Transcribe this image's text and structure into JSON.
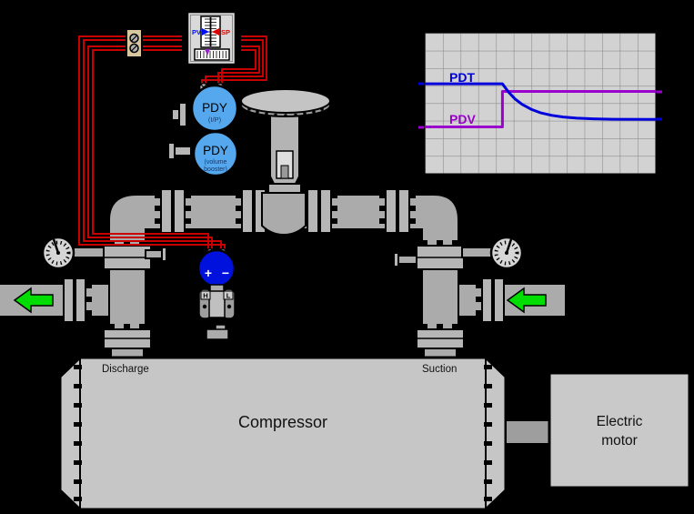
{
  "controller": {
    "pv_label": "PV",
    "sp_label": "SP"
  },
  "instruments": {
    "ip": {
      "tag": "PDY",
      "subtitle": "(I/P)"
    },
    "booster": {
      "tag": "PDY",
      "subtitle_line1": "(volume",
      "subtitle_line2": "booster)"
    },
    "transmitter": {
      "plus": "+",
      "minus": "−",
      "high": "H",
      "low": "L"
    }
  },
  "equipment": {
    "compressor": {
      "label": "Compressor",
      "discharge": "Discharge",
      "suction": "Suction"
    },
    "motor": {
      "line1": "Electric",
      "line2": "motor"
    }
  },
  "colors": {
    "background": "#000000",
    "signal_line": "#c80000",
    "instrument_fill": "#55a8ee",
    "transmitter_fill": "#0011dd",
    "flow_arrow": "#00dd00",
    "pipe_gray": "#ababab",
    "chart_background": "#d2d2d2",
    "pdt_line": "#0000dd",
    "pdv_line": "#9900cc"
  },
  "chart_data": {
    "type": "line",
    "title": "",
    "xlabel": "",
    "ylabel": "",
    "x_range": [
      0,
      1
    ],
    "y_range": [
      0,
      1
    ],
    "grid": true,
    "grid_columns": 13,
    "grid_rows": 8,
    "legend_position": "inline-labels",
    "series": [
      {
        "name": "PDT",
        "color": "#0000dd",
        "points": [
          [
            0,
            0.64
          ],
          [
            0.335,
            0.64
          ],
          [
            0.36,
            0.583
          ],
          [
            0.39,
            0.531
          ],
          [
            0.42,
            0.493
          ],
          [
            0.46,
            0.457
          ],
          [
            0.5,
            0.432
          ],
          [
            0.55,
            0.413
          ],
          [
            0.6,
            0.401
          ],
          [
            0.66,
            0.393
          ],
          [
            0.73,
            0.388
          ],
          [
            0.82,
            0.385
          ],
          [
            1,
            0.384
          ]
        ]
      },
      {
        "name": "PDV",
        "color": "#9900cc",
        "points": [
          [
            0,
            0.33
          ],
          [
            0.335,
            0.33
          ],
          [
            0.335,
            0.585
          ],
          [
            1,
            0.585
          ]
        ]
      }
    ]
  }
}
